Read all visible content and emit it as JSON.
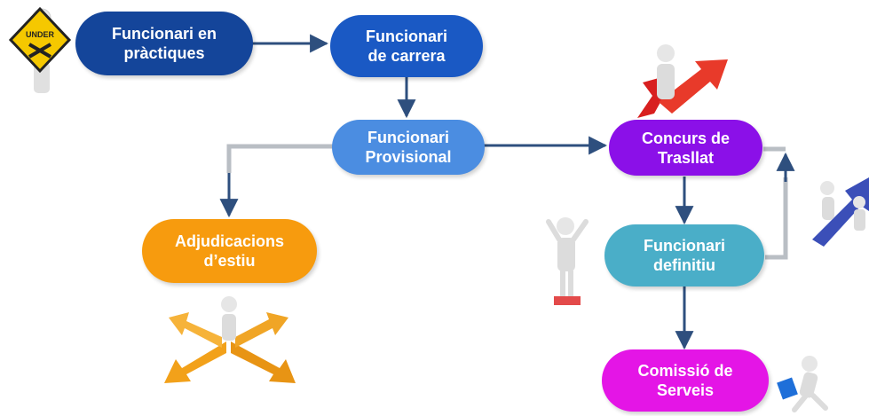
{
  "nodes": {
    "practiques": {
      "line1": "Funcionari en",
      "line2": "pràctiques",
      "color": "#14459a"
    },
    "carrera": {
      "line1": "Funcionari",
      "line2": "de carrera",
      "color": "#1a59c4"
    },
    "provisional": {
      "line1": "Funcionari",
      "line2": "Provisional",
      "color": "#4b8de1"
    },
    "trasllat": {
      "line1": "Concurs de",
      "line2": "Trasllat",
      "color": "#8b10e8"
    },
    "adjudicacions": {
      "line1": "Adjudicacions",
      "line2": "d’estiu",
      "color": "#f79b0e"
    },
    "definitiu": {
      "line1": "Funcionari",
      "line2": "definitiu",
      "color": "#4aaec8"
    },
    "serveis": {
      "line1": "Comissió de",
      "line2": "Serveis",
      "color": "#e415e6"
    }
  },
  "sign_label": "UNDER",
  "colors": {
    "arrow": "#2e4f7e",
    "connector_gray": "#b9bec4"
  }
}
